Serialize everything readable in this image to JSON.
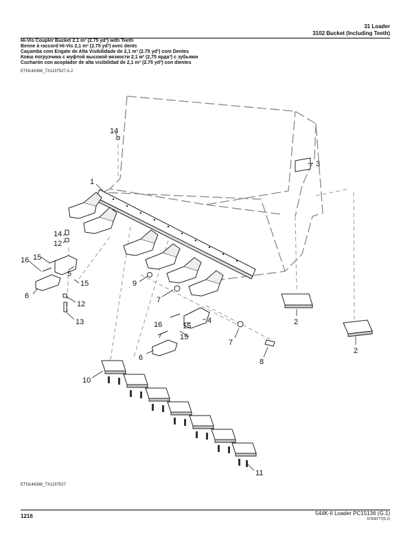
{
  "header": {
    "section": "31 Loader",
    "subsection": "3102 Bucket (Including Teeth)"
  },
  "titles": [
    "Hi-Vis Coupler Bucket 2.1 m³ (2.75 yd³) with Teeth",
    "Benne à raccord Hi-Vis 2,1 m³ (2.75 yd³) avec dents",
    "Caçamba com Engate de Alta Visibilidade de 2,1 m³ (2.75 yd³) com Dentes",
    "Ковш погрузчика с муфтой высокой вязкости 2,1 м³ (2,75 ярда³) с зубьями",
    "Cucharón con acoplador de alta visibilidad de 2,1 m³ (2.75 yd³) con dientes"
  ],
  "figure_id_top": "ETN144388_TX1197527 A.2",
  "figure_id_bottom": "ETN144388_TX1197527",
  "callouts": {
    "c1": "1",
    "c2a": "2",
    "c2b": "2",
    "c3": "3",
    "c4": "4",
    "c5": "5",
    "c6a": "6",
    "c6b": "6",
    "c7a": "7",
    "c7b": "7",
    "c8": "8",
    "c9": "9",
    "c10": "10",
    "c11": "11",
    "c12a": "12",
    "c12b": "12",
    "c13": "13",
    "c14a": "14",
    "c14b": "14",
    "c15a": "15",
    "c15b": "15",
    "c15c": "15",
    "c15d": "15",
    "c16a": "16",
    "c16b": "16"
  },
  "footer": {
    "page": "1216",
    "model": "544K-II Loader   PC15136   (G.1)",
    "code": "ST839777(D.2)"
  }
}
